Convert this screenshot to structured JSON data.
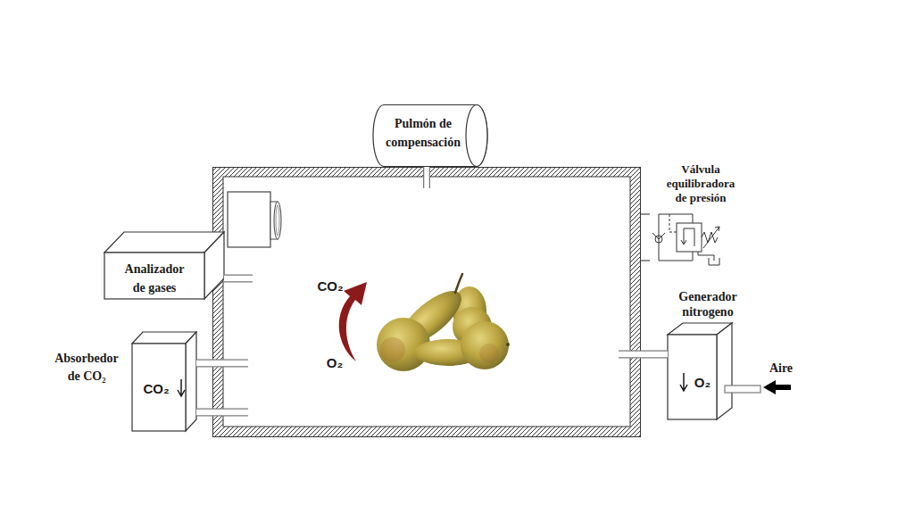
{
  "diagram": {
    "nodes": [
      {
        "text": [
          "Pulmón de compensación"
        ]
      },
      {
        "text": [
          "Válvula equilibradora de presión"
        ]
      },
      {
        "text": [
          "CO₂",
          "O₂"
        ]
      },
      {
        "text": [
          "Analizador de gases"
        ]
      },
      {
        "text": [
          "Generador nitrogeno",
          "O₂"
        ]
      },
      {
        "text": [
          "Absorbedor de CO₂",
          "CO₂"
        ]
      }
    ],
    "edges": [
      {
        "from": 0,
        "to": 2,
        "arrow": "none"
      },
      {
        "from": 1,
        "to": 2,
        "arrow": "none"
      },
      {
        "from": 1,
        "to": 2,
        "arrow": "none"
      },
      {
        "from": 3,
        "to": 2,
        "arrow": "none"
      },
      {
        "from": 4,
        "to": 2,
        "arrow": "none"
      },
      {
        "from": 5,
        "to": 2,
        "arrow": "none"
      },
      {
        "from": 5,
        "to": 2,
        "arrow": "none"
      }
    ],
    "labels": [
      "Aire"
    ]
  }
}
